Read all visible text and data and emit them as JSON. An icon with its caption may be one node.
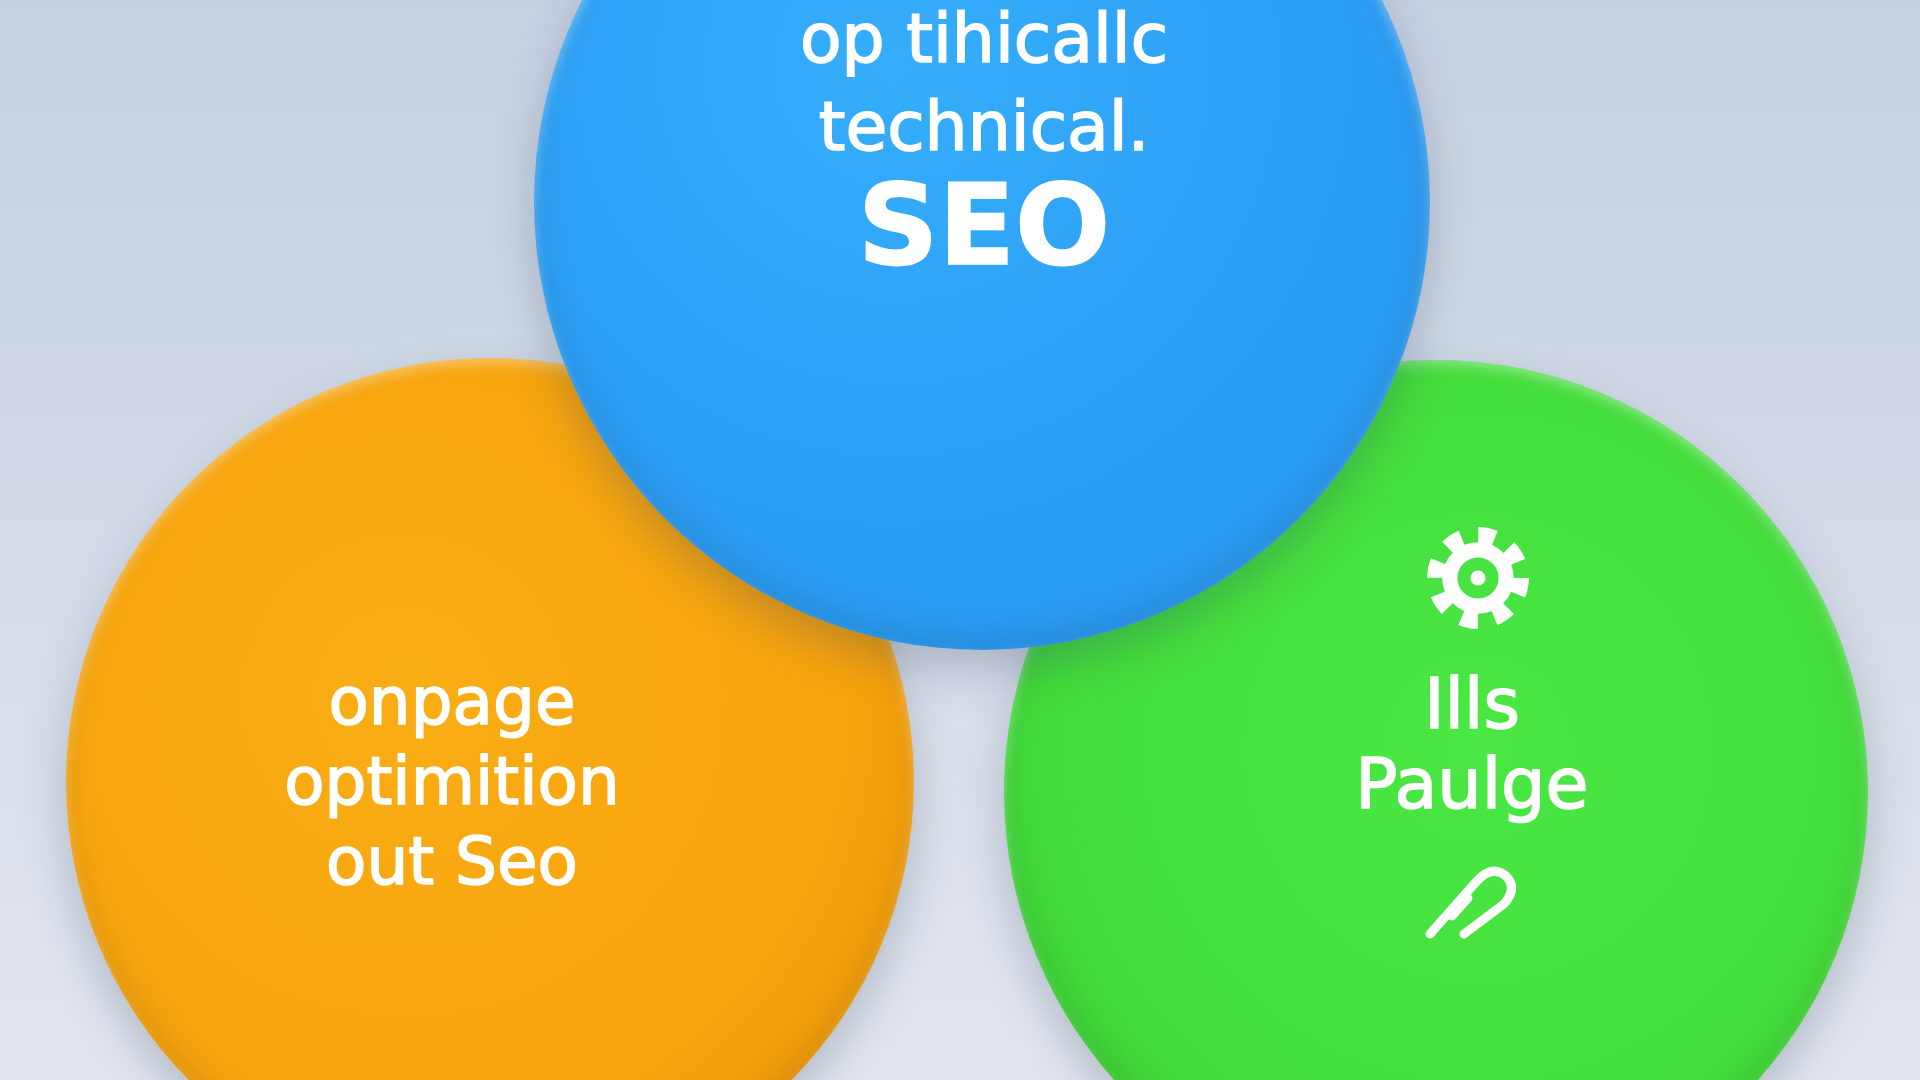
{
  "diagram": {
    "nodes": [
      {
        "text": [
          "op tihicallc technical.",
          "SEO"
        ]
      },
      {
        "text": [
          "onpage optimition out Seo"
        ]
      },
      {
        "text": [
          "Ills Paulge"
        ]
      }
    ]
  }
}
